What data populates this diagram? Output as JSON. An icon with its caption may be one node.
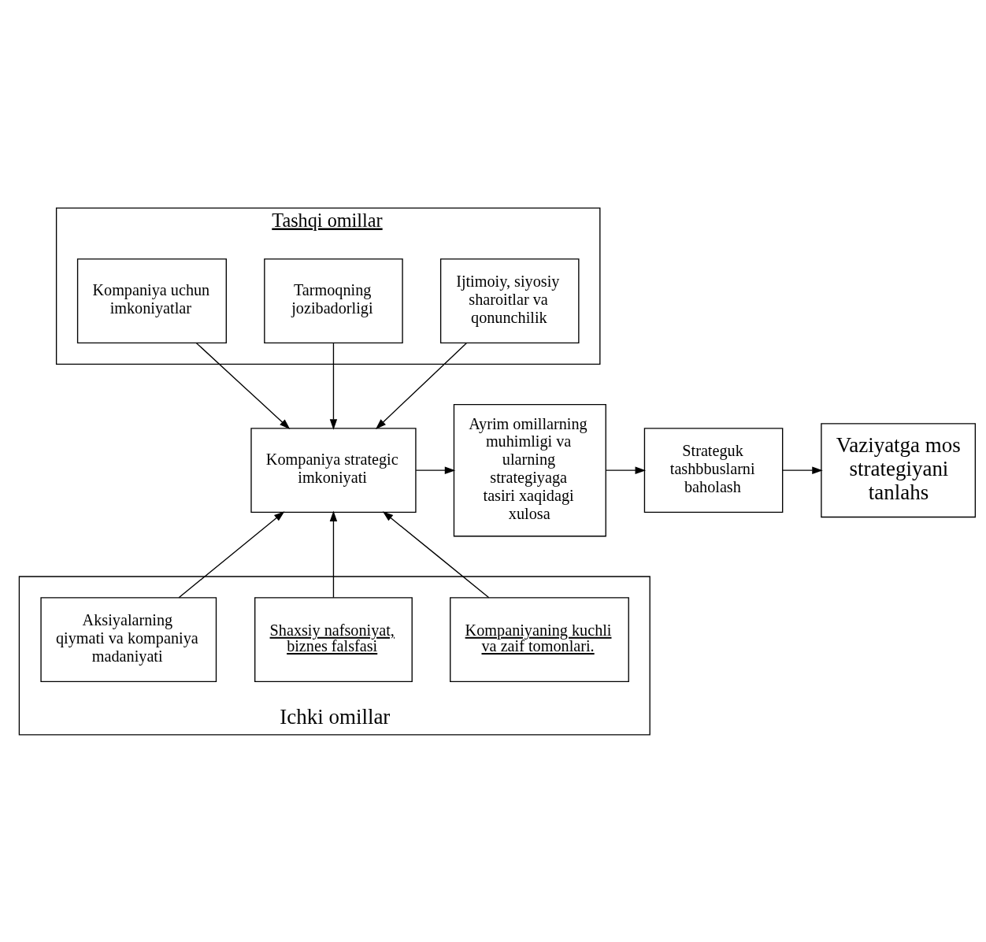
{
  "diagram": {
    "nodes": [
      {
        "text": [
          "Tashqi omillar"
        ]
      },
      {
        "text": [
          "Ijtimoiy, siyosiy sharoitlar va qonunchilik"
        ],
        "in": 0
      },
      {
        "text": [
          "Tarmoqning jozibadorligi"
        ],
        "in": 0
      },
      {
        "text": [
          "Kompaniya uchun imkoniyatlar"
        ],
        "in": 0
      },
      {
        "text": [
          "Kompaniya strategic imkoniyati"
        ]
      },
      {
        "text": [
          "Ayrim omillarning muhimligi va ularning strategiyaga tasiri xaqidagi xulosa"
        ]
      },
      {
        "text": [
          "Strateguk tashbbuslarni baholash"
        ]
      },
      {
        "text": [
          "Vaziyatga mos strategiyani tanlahs"
        ]
      },
      {
        "text": [
          "Ichki omillar"
        ]
      },
      {
        "text": [
          "Kompaniyaning kuchli va zaif tomonlari."
        ],
        "in": 8
      },
      {
        "text": [
          "Shaxsiy nafsoniyat, biznes falsfasi"
        ],
        "in": 8
      },
      {
        "text": [
          "Aksiyalarning qiymati va kompaniya madaniyati"
        ],
        "in": 8
      }
    ],
    "edges": [
      {
        "from": 1,
        "to": 4,
        "arrow": "to"
      },
      {
        "from": 2,
        "to": 4,
        "arrow": "to"
      },
      {
        "from": 3,
        "to": 4,
        "arrow": "to"
      },
      {
        "from": 4,
        "to": 5,
        "arrow": "to"
      },
      {
        "from": 5,
        "to": 6,
        "arrow": "to"
      },
      {
        "from": 6,
        "to": 7,
        "arrow": "to"
      },
      {
        "from": 9,
        "to": 4,
        "arrow": "to"
      },
      {
        "from": 10,
        "to": 4,
        "arrow": "to"
      },
      {
        "from": 11,
        "to": 4,
        "arrow": "to"
      }
    ]
  }
}
